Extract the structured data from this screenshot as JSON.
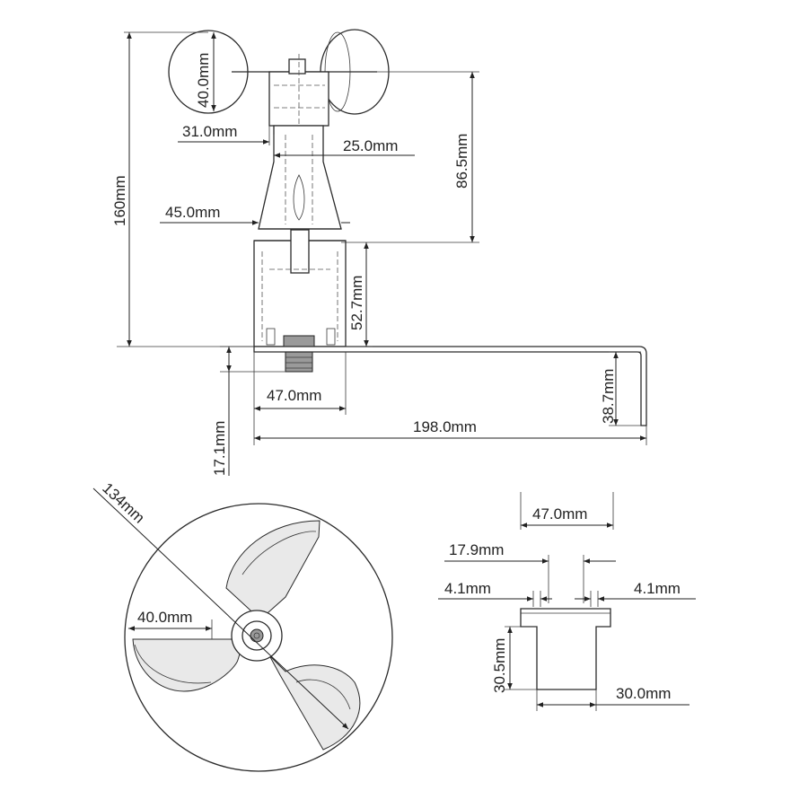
{
  "side_view": {
    "dims": {
      "cup_diameter": "40.0mm",
      "arm_length": "31.0mm",
      "neck_width": "25.0mm",
      "body_top_width": "45.0mm",
      "total_height": "160mm",
      "upper_height": "86.5mm",
      "lower_height": "52.7mm",
      "base_width": "47.0mm",
      "bracket_length": "198.0mm",
      "bracket_drop": "38.7mm",
      "connector_height": "17.1mm"
    }
  },
  "top_view": {
    "dims": {
      "sweep_diameter": "134mm",
      "cup_diameter": "40.0mm"
    }
  },
  "base_detail": {
    "dims": {
      "flange_width": "47.0mm",
      "hole_spacing": "17.9mm",
      "hole_left": "4.1mm",
      "hole_right": "4.1mm",
      "height": "30.5mm",
      "body_width": "30.0mm"
    }
  }
}
